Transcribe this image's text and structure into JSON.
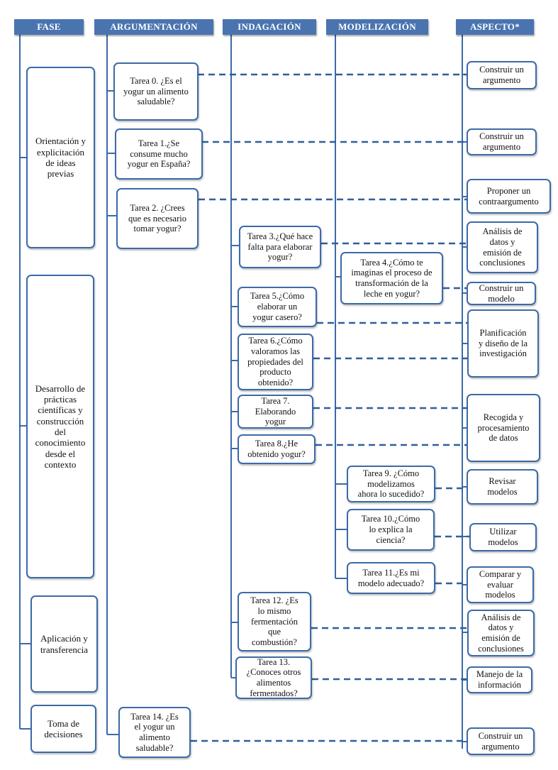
{
  "headers": {
    "fase": "FASE",
    "argumentacion": "ARGUMENTACIÓN",
    "indagacion": "INDAGACIÓN",
    "modelizacion": "MODELIZACIÓN",
    "aspecto": "ASPECTO*"
  },
  "phases": [
    "Orientación y\nexplicitación\nde ideas\nprevias",
    "Desarrollo de\nprácticas\ncientíficas y\nconstrucción\ndel\nconocimiento\ndesde el\ncontexto",
    "Aplicación y\ntransferencia",
    "Toma de\ndecisiones"
  ],
  "argumentacion_tasks": [
    "Tarea 0. ¿Es el\nyogur un alimento\nsaludable?",
    "Tarea 1.¿Se\nconsume mucho\nyogur en España?",
    "Tarea 2. ¿Crees\nque es necesario\ntomar yogur?",
    "Tarea 14. ¿Es\nel yogur un\nalimento\nsaludable?"
  ],
  "indagacion_tasks": [
    "Tarea 3.¿Qué hace\nfalta para elaborar\nyogur?",
    "Tarea 5.¿Cómo\nelaborar un\nyogur casero?",
    "Tarea 6.¿Cómo\nvaloramos las\npropiedades del\nproducto\nobtenido?",
    "Tarea 7.\nElaborando\nyogur",
    "Tarea 8.¿He\nobtenido yogur?",
    "Tarea 12. ¿Es\nlo mismo\nfermentación\nque\ncombustión?",
    "Tarea 13.\n¿Conoces otros\nalimentos\nfermentados?"
  ],
  "modelizacion_tasks": [
    "Tarea 4.¿Cómo te\nimaginas el proceso de\ntransformación de la\nleche en yogur?",
    "Tarea 9. ¿Cómo\nmodelizamos\nahora lo sucedido?",
    "Tarea 10.¿Cómo\nlo explica la\nciencia?",
    "Tarea 11.¿Es mi\nmodelo adecuado?"
  ],
  "aspectos": [
    "Construir un\nargumento",
    "Construir un\nargumento",
    "Proponer un\ncontraargumento",
    "Análisis de\ndatos y\nemisión de\nconclusiones",
    "Construir un\nmodelo",
    "Planificación\ny diseño de la\ninvestigación",
    "Recogida y\nprocesamiento\nde datos",
    "Revisar\nmodelos",
    "Utilizar\nmodelos",
    "Comparar y\nevaluar\nmodelos",
    "Análisis de\ndatos y\nemisión de\nconclusiones",
    "Manejo de la\ninformación",
    "Construir un\nargumento"
  ],
  "colors": {
    "accent": "#3b6aa8",
    "header_bg": "#4a74b0",
    "dash": "#2f5f9a"
  }
}
